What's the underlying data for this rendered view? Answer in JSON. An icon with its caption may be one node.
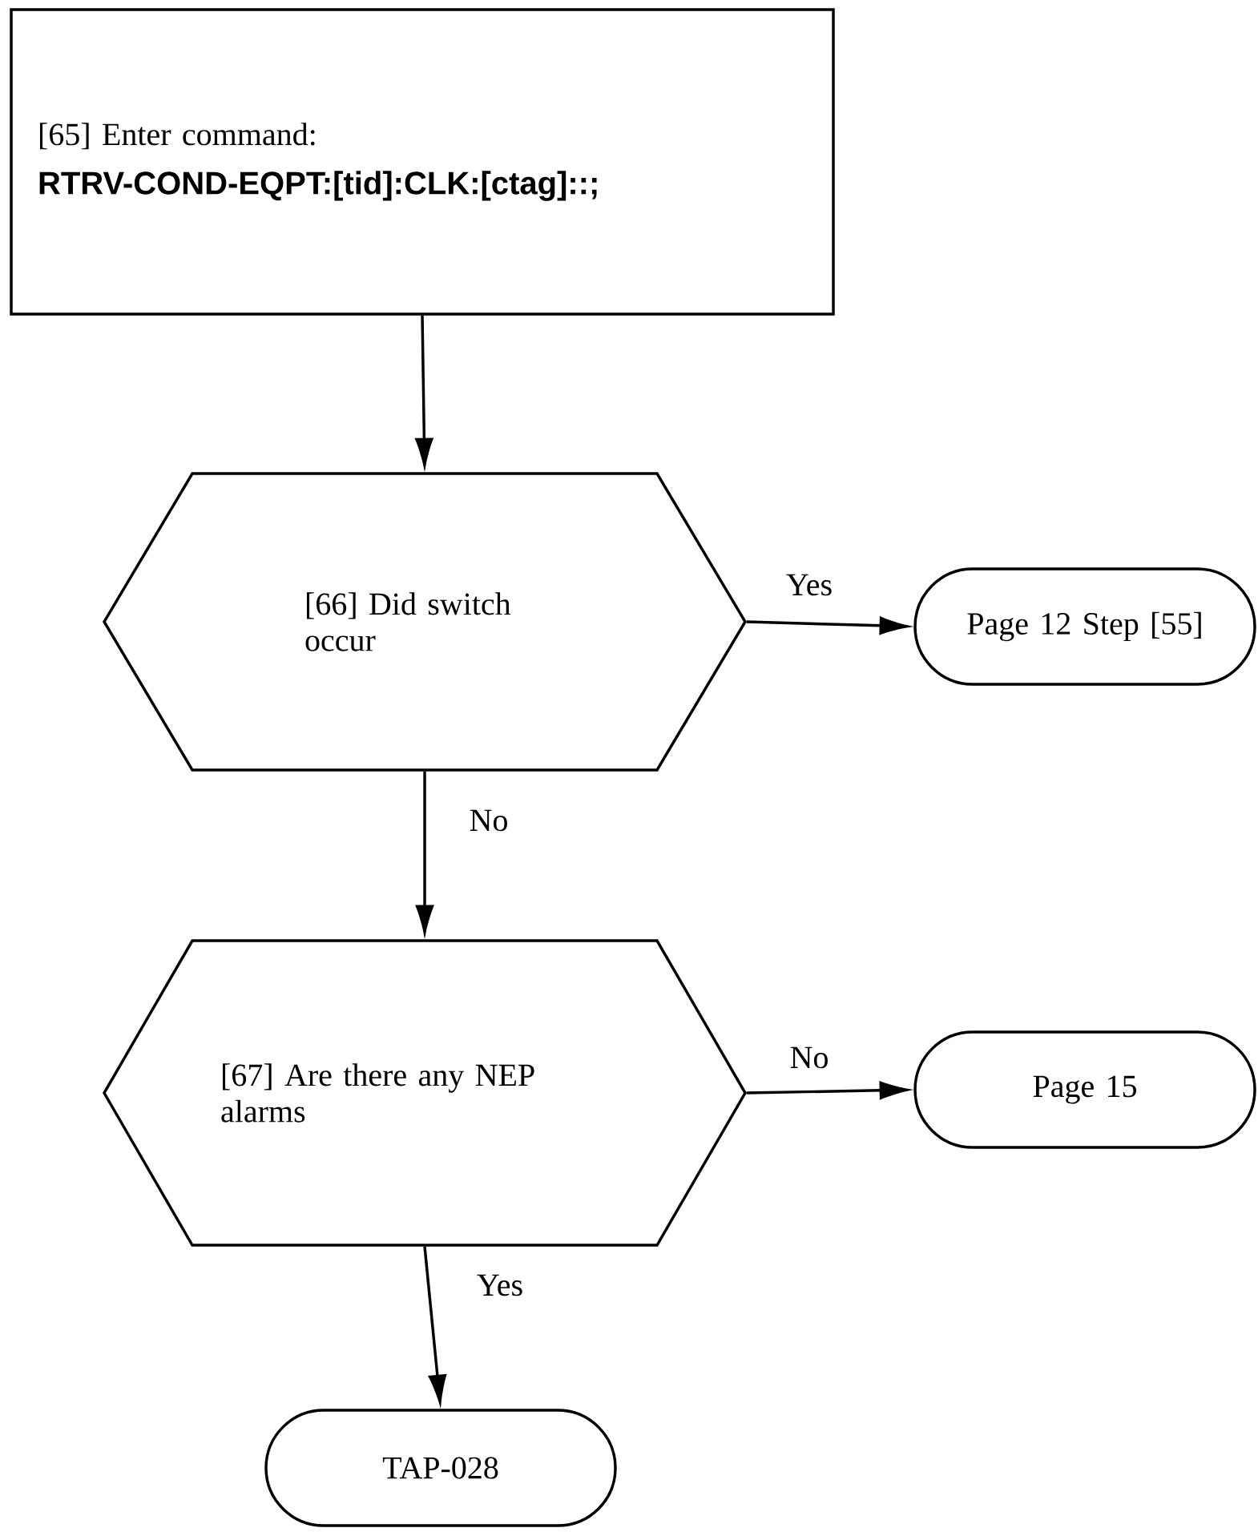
{
  "diagram": {
    "nodes": [
      {
        "text": [
          "[65] Enter command:",
          "RTRV-COND-EQPT:[tid]:CLK:[ctag]::;"
        ]
      },
      {
        "text": [
          "[66] Did switch occur"
        ]
      },
      {
        "text": [
          "Page 12 Step [55]"
        ]
      },
      {
        "text": [
          "[67] Are there any NEP alarms"
        ]
      },
      {
        "text": [
          "Page 15"
        ]
      },
      {
        "text": [
          "TAP-028"
        ]
      }
    ],
    "edges": [
      {
        "from": 0,
        "to": 1,
        "arrow": "to"
      },
      {
        "from": 1,
        "to": 2,
        "arrow": "to",
        "label": "Yes"
      },
      {
        "from": 1,
        "to": 3,
        "arrow": "to",
        "label": "No"
      },
      {
        "from": 3,
        "to": 4,
        "arrow": "to",
        "label": "No"
      },
      {
        "from": 3,
        "to": 5,
        "arrow": "to",
        "label": "Yes"
      }
    ]
  }
}
